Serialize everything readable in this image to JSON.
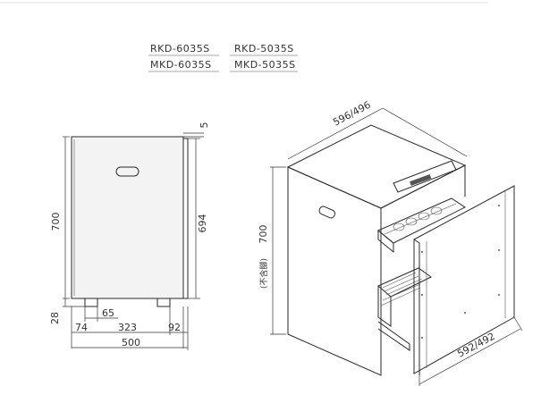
{
  "models": {
    "row1": [
      "RKD-6035S",
      "RKD-5035S"
    ],
    "row2": [
      "MKD-6035S",
      "MKD-5035S"
    ]
  },
  "front_view": {
    "height_total": "700",
    "inner_height": "694",
    "top_gap": "5",
    "foot_height": "28",
    "foot_width": "65",
    "left_offset": "74",
    "middle_span": "323",
    "right_offset": "92",
    "total_width": "500"
  },
  "iso_view": {
    "top_width": "596/496",
    "height": "700",
    "height_note": "(不含腳)",
    "bottom_width": "592/492"
  }
}
